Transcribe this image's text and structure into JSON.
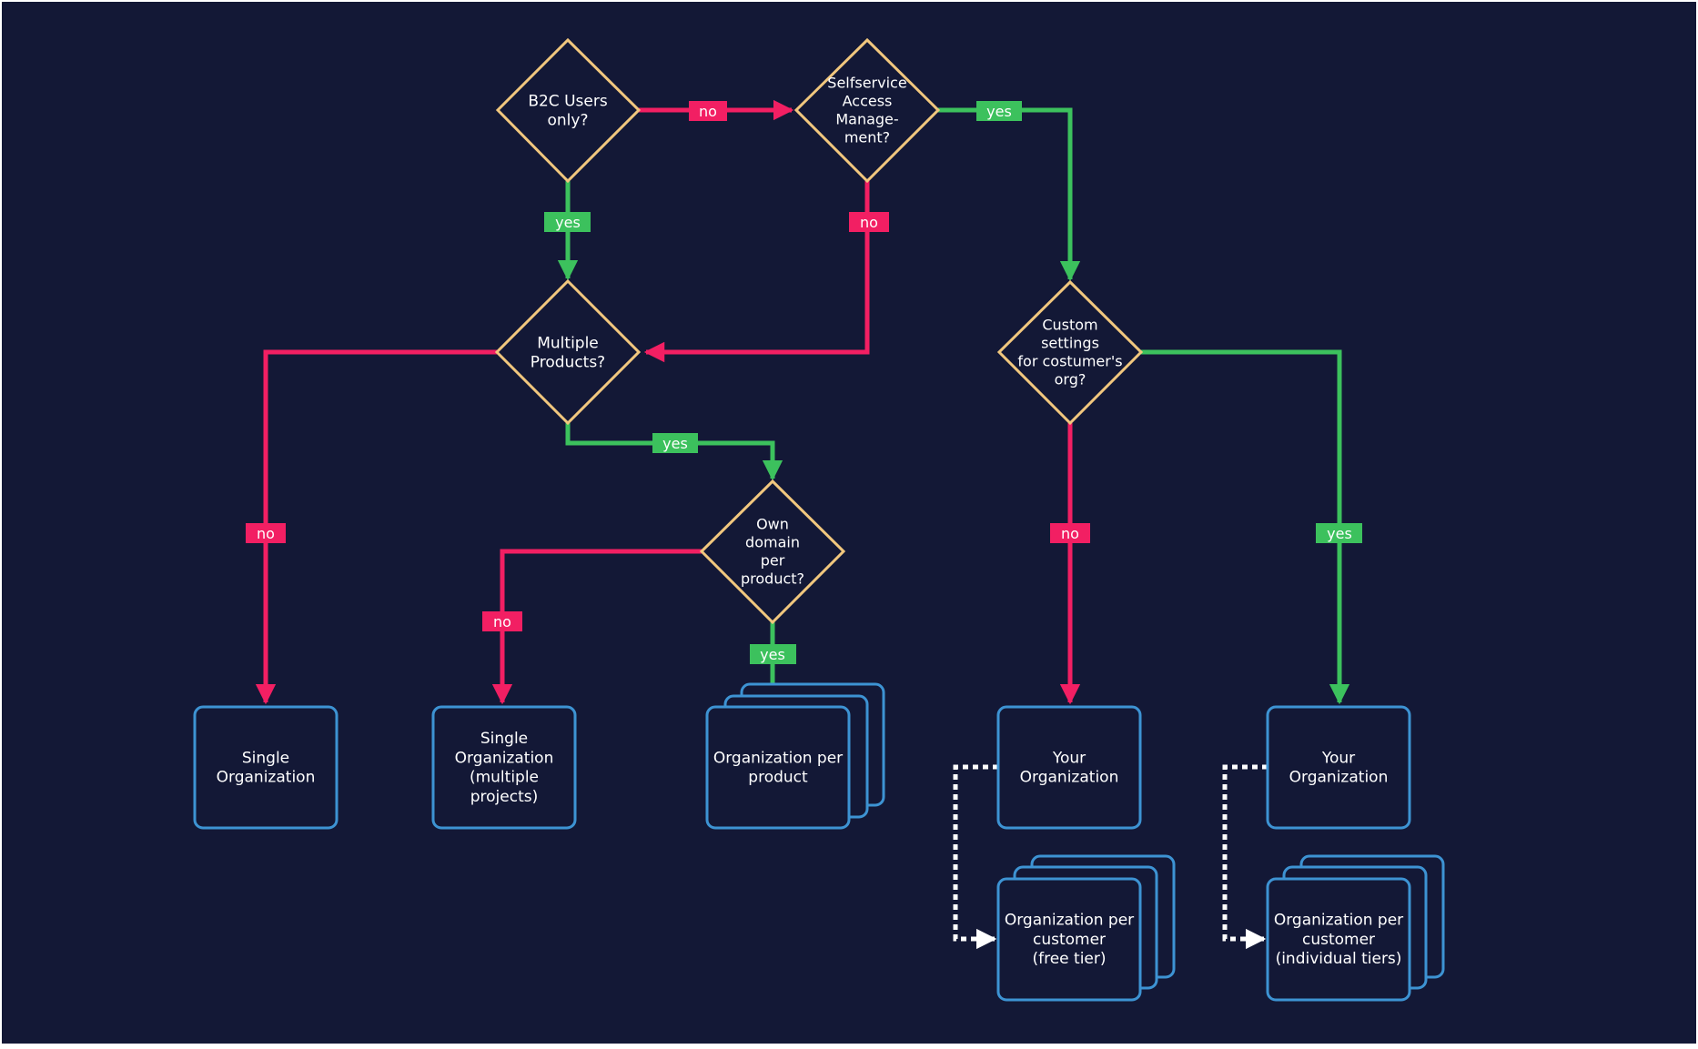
{
  "colors": {
    "background": "#131836",
    "frame": "#ffffff",
    "decision_stroke": "#f1c77e",
    "box_stroke": "#3d93d3",
    "yes": "#3cc15d",
    "no": "#f21f63",
    "dotted": "#ffffff",
    "text": "#ffffff"
  },
  "decisions": {
    "b2c": "B2C Users\nonly?",
    "selfservice": "Selfservice\nAccess\nManage-\nment?",
    "multiple": "Multiple\nProducts?",
    "custom": "Custom\nsettings\nfor costumer's\norg?",
    "domain": "Own\ndomain\nper\nproduct?"
  },
  "outcomes": {
    "single": "Single\nOrganization",
    "single_multi": "Single\nOrganization\n(multiple\nprojects)",
    "org_per_product": "Organization per\nproduct",
    "your_org_1": "Your\nOrganization",
    "your_org_2": "Your\nOrganization",
    "org_free": "Organization per\ncustomer\n(free tier)",
    "org_individual": "Organization per\ncustomer\n(individual tiers)"
  },
  "edge_labels": {
    "b2c_to_selfservice": "no",
    "b2c_to_multiple": "yes",
    "selfservice_to_custom": "yes",
    "selfservice_to_multiple": "no",
    "multiple_to_single": "no",
    "multiple_to_domain": "yes",
    "domain_to_single_multi": "no",
    "domain_to_org_per_product": "yes",
    "custom_to_your_org_1": "no",
    "custom_to_your_org_2": "yes"
  }
}
